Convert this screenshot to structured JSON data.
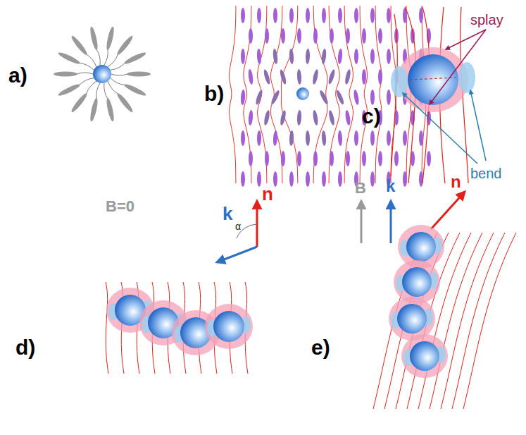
{
  "diagram": {
    "labels": [
      "a)",
      "b)",
      "splay",
      "c)",
      "bend",
      "B=0",
      "k",
      "α",
      "n",
      "d)",
      "B",
      "k",
      "n",
      "e)"
    ]
  }
}
